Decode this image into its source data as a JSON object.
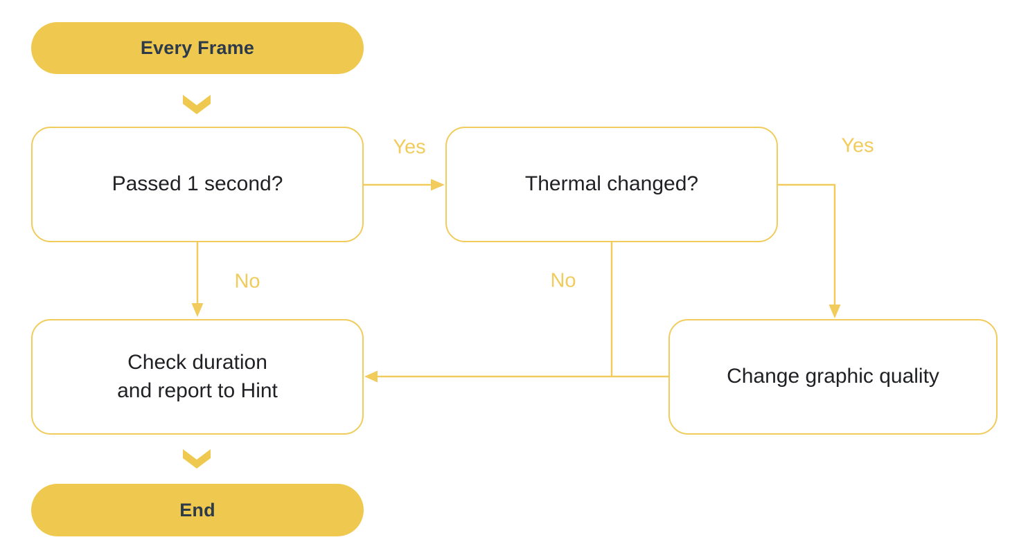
{
  "colors": {
    "accent-fill": "#EFC94F",
    "accent-stroke": "#F1CB5C",
    "pill-text": "#2C3A4A",
    "box-text": "#202124",
    "background": "#FFFFFF"
  },
  "diagram": {
    "type": "flowchart",
    "nodes": {
      "start": {
        "label": "Every Frame",
        "shape": "pill"
      },
      "passed": {
        "label": "Passed 1 second?",
        "shape": "rounded-box"
      },
      "thermal": {
        "label": "Thermal changed?",
        "shape": "rounded-box"
      },
      "check": {
        "lines": [
          "Check duration",
          "and report to Hint"
        ],
        "shape": "rounded-box"
      },
      "change": {
        "label": "Change graphic quality",
        "shape": "rounded-box"
      },
      "end": {
        "label": "End",
        "shape": "pill"
      }
    },
    "edges": [
      {
        "from": "start",
        "to": "passed",
        "connector": "chevron",
        "label": ""
      },
      {
        "from": "passed",
        "to": "thermal",
        "connector": "arrow",
        "label": "Yes"
      },
      {
        "from": "thermal",
        "to": "change",
        "connector": "arrow",
        "label": "Yes"
      },
      {
        "from": "passed",
        "to": "check",
        "connector": "arrow",
        "label": "No"
      },
      {
        "from": "thermal",
        "to": "check",
        "connector": "line",
        "label": "No"
      },
      {
        "from": "change",
        "to": "check",
        "connector": "arrow",
        "label": ""
      },
      {
        "from": "check",
        "to": "end",
        "connector": "chevron",
        "label": ""
      }
    ]
  }
}
